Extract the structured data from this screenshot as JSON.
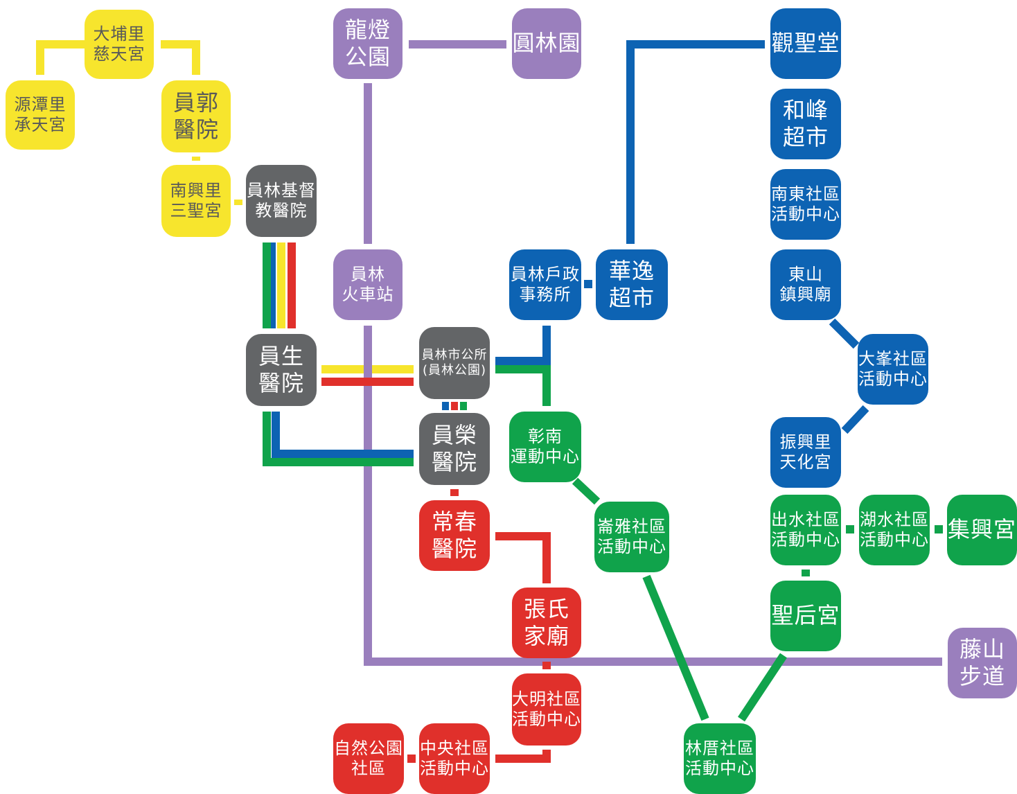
{
  "colors": {
    "yellow": "#f7e52d",
    "purple": "#9a7fbd",
    "blue": "#0d63b3",
    "gray": "#636567",
    "green": "#10a34b",
    "red": "#e0302b"
  },
  "stops": {
    "dapuli": {
      "line1": "大埔里",
      "line2": "慈天宮"
    },
    "yuantanli": {
      "line1": "源潭里",
      "line2": "承天宮"
    },
    "yuanguo": {
      "line1": "員郭",
      "line2": "醫院"
    },
    "nanxingli": {
      "line1": "南興里",
      "line2": "三聖宮"
    },
    "christian_hospital": {
      "line1": "員林基督",
      "line2": "教醫院"
    },
    "longdeng": {
      "line1": "龍燈",
      "line2": "公園"
    },
    "yuanlinyuan": {
      "line1": "圓林園"
    },
    "station": {
      "line1": "員林",
      "line2": "火車站"
    },
    "huhzheng": {
      "line1": "員林戶政",
      "line2": "事務所"
    },
    "huayi": {
      "line1": "華逸",
      "line2": "超市"
    },
    "guanshengtang": {
      "line1": "觀聖堂"
    },
    "hefeng": {
      "line1": "和峰",
      "line2": "超市"
    },
    "nandong": {
      "line1": "南東社區",
      "line2": "活動中心"
    },
    "dongshan": {
      "line1": "東山",
      "line2": "鎮興廟"
    },
    "dafeng": {
      "line1": "大峯社區",
      "line2": "活動中心"
    },
    "zhenxingli": {
      "line1": "振興里",
      "line2": "天化宮"
    },
    "yuansheng": {
      "line1": "員生",
      "line2": "醫院"
    },
    "city_hall": {
      "line1": "員林市公所",
      "line2": "(員林公園)"
    },
    "yuanrong": {
      "line1": "員榮",
      "line2": "醫院"
    },
    "zhangnan": {
      "line1": "彰南",
      "line2": "運動中心"
    },
    "changchun": {
      "line1": "常春",
      "line2": "醫院"
    },
    "chongya": {
      "line1": "崙雅社區",
      "line2": "活動中心"
    },
    "chushui": {
      "line1": "出水社區",
      "line2": "活動中心"
    },
    "hushui": {
      "line1": "湖水社區",
      "line2": "活動中心"
    },
    "jixing": {
      "line1": "集興宮"
    },
    "zhang_temple": {
      "line1": "張氏",
      "line2": "家廟"
    },
    "shenghou": {
      "line1": "聖后宮"
    },
    "tengshan": {
      "line1": "藤山",
      "line2": "步道"
    },
    "daming": {
      "line1": "大明社區",
      "line2": "活動中心"
    },
    "ziran": {
      "line1": "自然公園",
      "line2": "社區"
    },
    "zhongyang": {
      "line1": "中央社區",
      "line2": "活動中心"
    },
    "linzuo": {
      "line1": "林厝社區",
      "line2": "活動中心"
    }
  }
}
